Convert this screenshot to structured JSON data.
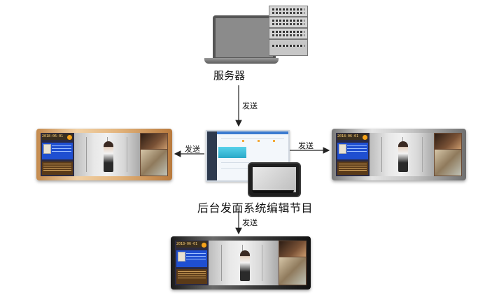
{
  "nodes": {
    "server_label": "服务器",
    "editor_label": "后台发面系统编辑节目"
  },
  "edges": {
    "send_label": "发送"
  },
  "colors": {
    "arrow": "#222222",
    "frame_copper": "#c8935a",
    "frame_silver": "#9a9a9a",
    "frame_black": "#2a2a2a"
  }
}
